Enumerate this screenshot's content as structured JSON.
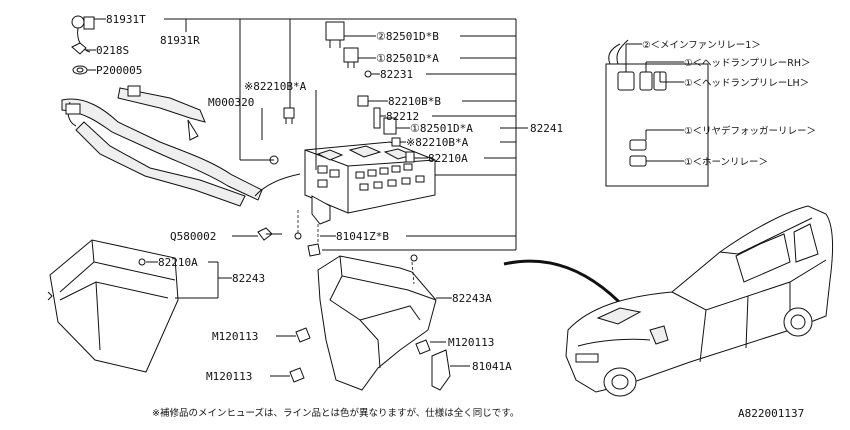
{
  "labels": {
    "p81931T": "81931T",
    "p81931R": "81931R",
    "p0218S": "0218S",
    "p200005": "P200005",
    "m000320": "M000320",
    "p82210BA_note": "※82210B*A",
    "p82501DB": "②82501D*B",
    "p82501DA_top": "①82501D*A",
    "p82231": "82231",
    "p82210BB": "82210B*B",
    "p82212": "82212",
    "p82501DA_mid": "①82501D*A",
    "p82241": "82241",
    "p82210BA_mid": "※82210B*A",
    "p82210A_top": "82210A",
    "q580002": "Q580002",
    "p81041ZB": "81041Z*B",
    "p82210A_bot": "82210A",
    "p82243": "82243",
    "p82243A": "82243A",
    "m120113_a": "M120113",
    "m120113_b": "M120113",
    "m120113_c": "M120113",
    "p81041A": "81041A"
  },
  "legend": {
    "main_fan": "②＜メインファンリレー1＞",
    "head_rh": "①＜ヘッドランプリレーRH＞",
    "head_lh": "①＜ヘッドランプリレーLH＞",
    "rear_defog": "①＜リヤデフォッガーリレー＞",
    "horn": "①＜ホーンリレー＞"
  },
  "footnote": "※補修品のメインヒューズは、ライン品とは色が異なりますが、仕様は全く同じです。",
  "diagram_code": "A822001137"
}
